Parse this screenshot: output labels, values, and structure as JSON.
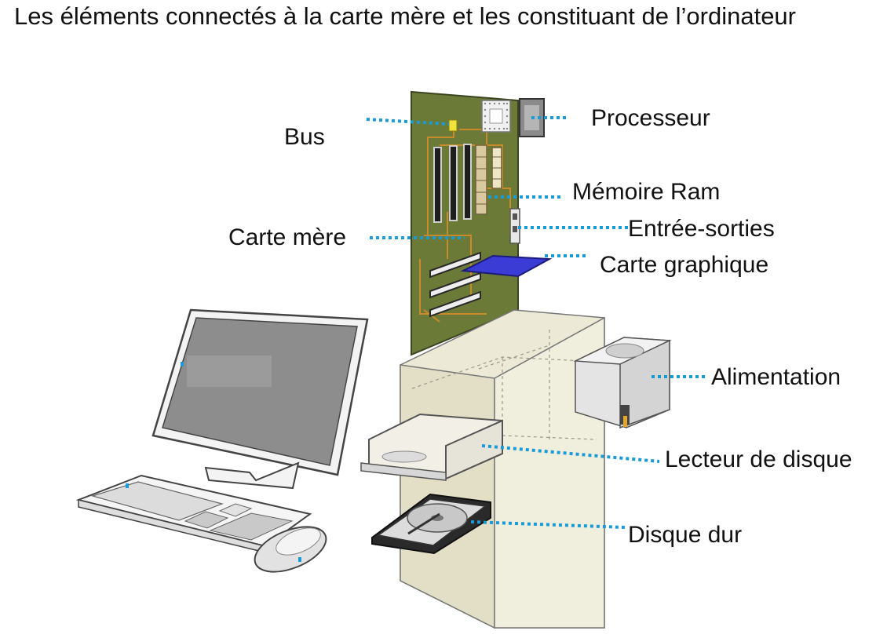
{
  "title": "Les éléments connectés à la carte mère et les constituant de l’ordinateur",
  "labels": {
    "bus": "Bus",
    "processor": "Processeur",
    "ram": "Mémoire Ram",
    "io": "Entrée-sorties",
    "motherboard": "Carte mère",
    "graphics_card": "Carte graphique",
    "power_supply": "Alimentation",
    "disc_drive": "Lecteur de disque",
    "hard_disk": "Disque dur"
  },
  "colors": {
    "leader_line": "#1a9bd7",
    "motherboard_green": "#6e7d3a",
    "case_beige": "#ece9d4",
    "graphics_card_blue": "#3b3bd6"
  }
}
